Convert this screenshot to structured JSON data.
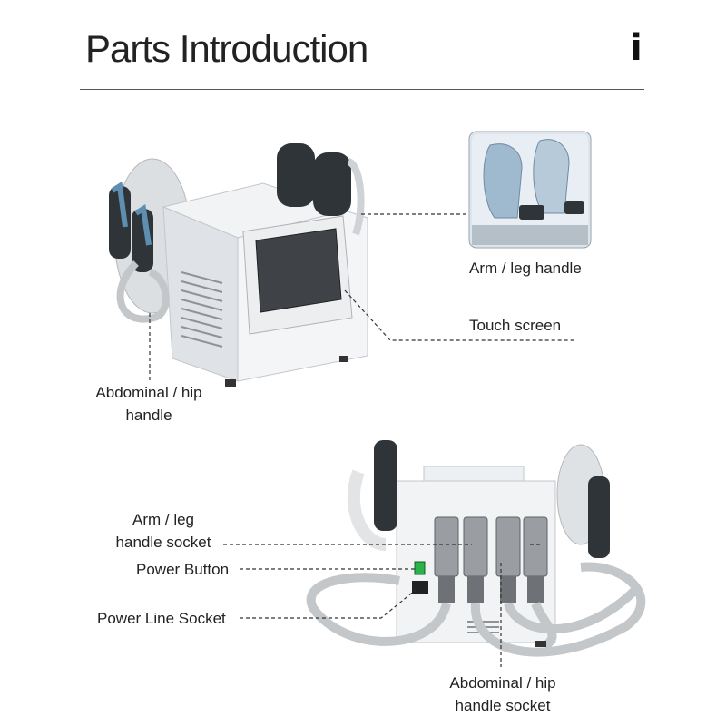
{
  "header": {
    "title": "Parts Introduction",
    "info_glyph": "i"
  },
  "labels": {
    "arm_leg_handle": "Arm / leg handle",
    "touch_screen": "Touch screen",
    "abdominal_hip_handle_line1": "Abdominal / hip",
    "abdominal_hip_handle_line2": "handle",
    "arm_leg_socket_line1": "Arm / leg",
    "arm_leg_socket_line2": "handle socket",
    "power_button": "Power Button",
    "power_line_socket": "Power Line Socket",
    "abdominal_hip_socket_line1": "Abdominal / hip",
    "abdominal_hip_socket_line2": "handle socket"
  },
  "colors": {
    "body": "#e9ecef",
    "handle": "#2f3438",
    "accent": "#5f8fb0",
    "cable": "#c4c7ca",
    "power": "#29b34a"
  }
}
